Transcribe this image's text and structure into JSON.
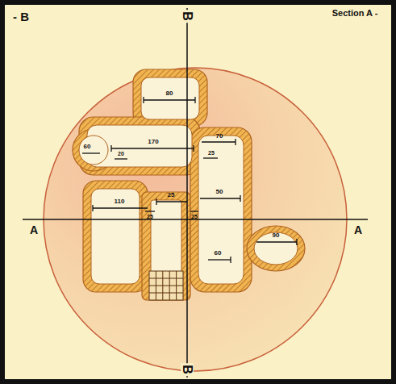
{
  "diagram": {
    "labels": [
      "- B",
      "Section A -",
      "B",
      "B",
      "A",
      "A",
      "80",
      "60",
      "20",
      "170",
      "70",
      "25",
      "110",
      "25",
      "25",
      "25",
      "50",
      "60",
      "90"
    ]
  }
}
